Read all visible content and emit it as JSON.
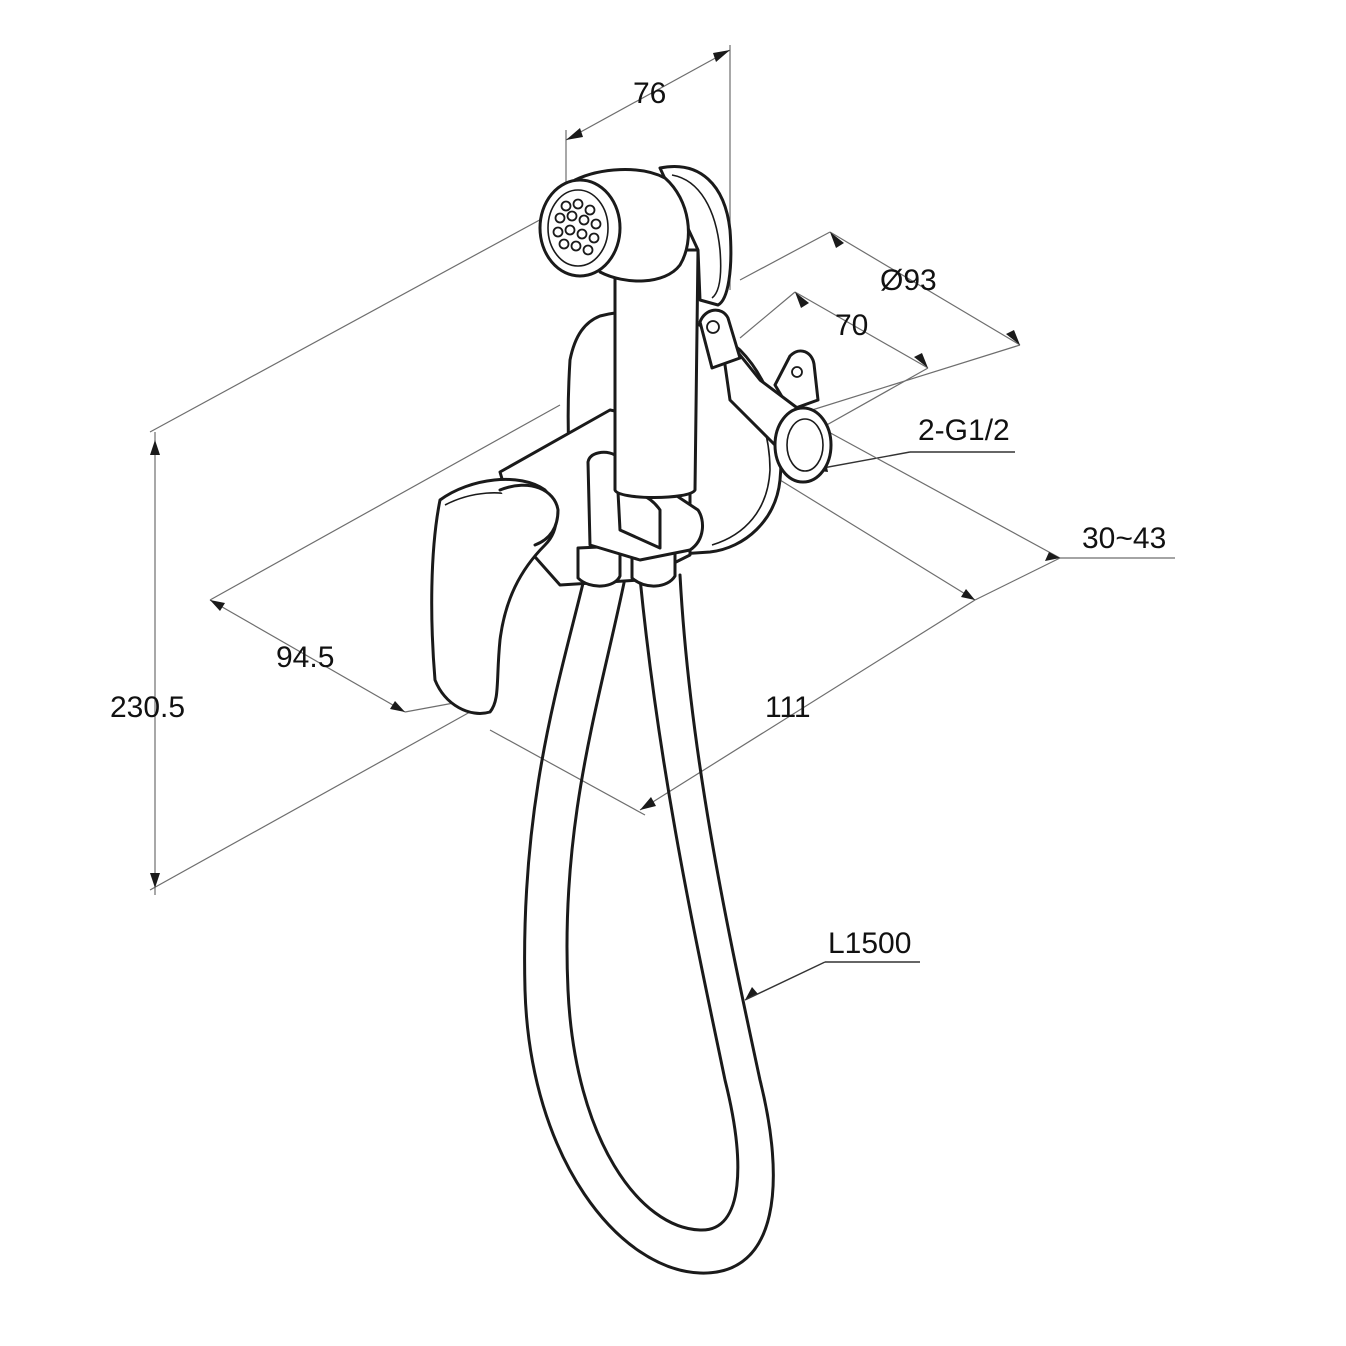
{
  "dimensions": {
    "nozzle_width": "76",
    "plate_diameter": "Ø93",
    "plate_inner": "70",
    "connection": "2-G1/2",
    "wall_adjustment": "30~43",
    "handle_depth": "94.5",
    "total_height": "230.5",
    "body_width": "111",
    "hose_length": "L1500"
  },
  "colors": {
    "line": "#1a1a1a",
    "dimension_line": "#6e6e6e",
    "background": "#ffffff"
  }
}
